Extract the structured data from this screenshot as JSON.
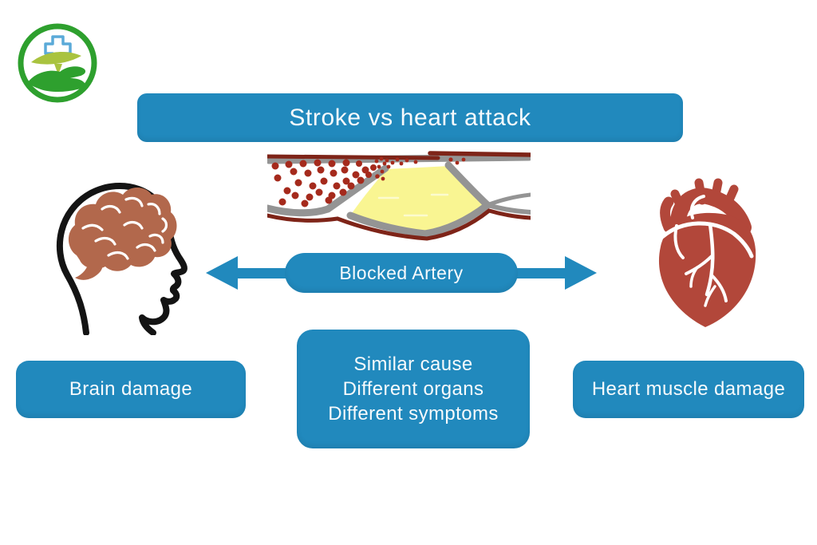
{
  "canvas": {
    "background": "#FFFFFF"
  },
  "colors": {
    "accent_blue": "#2189BD",
    "text_white": "#F7FAFC",
    "heart_red": "#B2473A",
    "brain_brown": "#B2684C",
    "artery_gray": "#949494",
    "artery_wall_red": "#7E2418",
    "blood_cell_red": "#A52A1C",
    "plaque_yellow": "#F9F592",
    "logo_green": "#2EA02E",
    "logo_leaf_green": "#A9C33F",
    "logo_cross_blue": "#5AAAD8",
    "head_outline_black": "#141414"
  },
  "logo": {
    "name": "hand-with-medical-cross-logo"
  },
  "title_banner": {
    "label": "Stroke vs heart attack"
  },
  "arrow_label": {
    "label": "Blocked Artery"
  },
  "illustrations": {
    "artery": "blocked-artery-cross-section",
    "left": "human-head-with-brain",
    "right": "anatomical-heart"
  },
  "labels": {
    "left": "Brain damage",
    "center_lines": [
      "Similar cause",
      "Different organs",
      "Different symptoms"
    ],
    "right": "Heart muscle damage"
  }
}
